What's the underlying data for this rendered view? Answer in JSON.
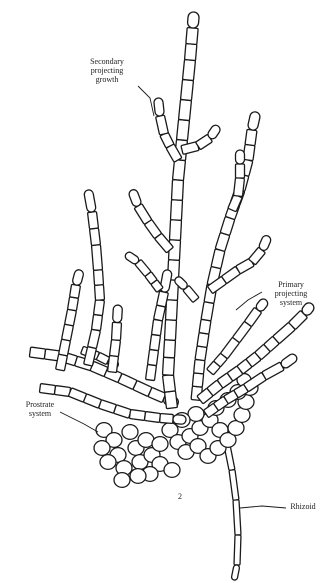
{
  "labels": {
    "secondary": [
      "Secondary",
      "projecting",
      "growth"
    ],
    "primary": [
      "Primary",
      "projecting",
      "system"
    ],
    "prostrate": [
      "Prostrate",
      "system"
    ],
    "rhizoid": "Rhizoid",
    "figure_mark": "2"
  },
  "colors": {
    "line": "#1a1a1a",
    "background": "#ffffff"
  }
}
